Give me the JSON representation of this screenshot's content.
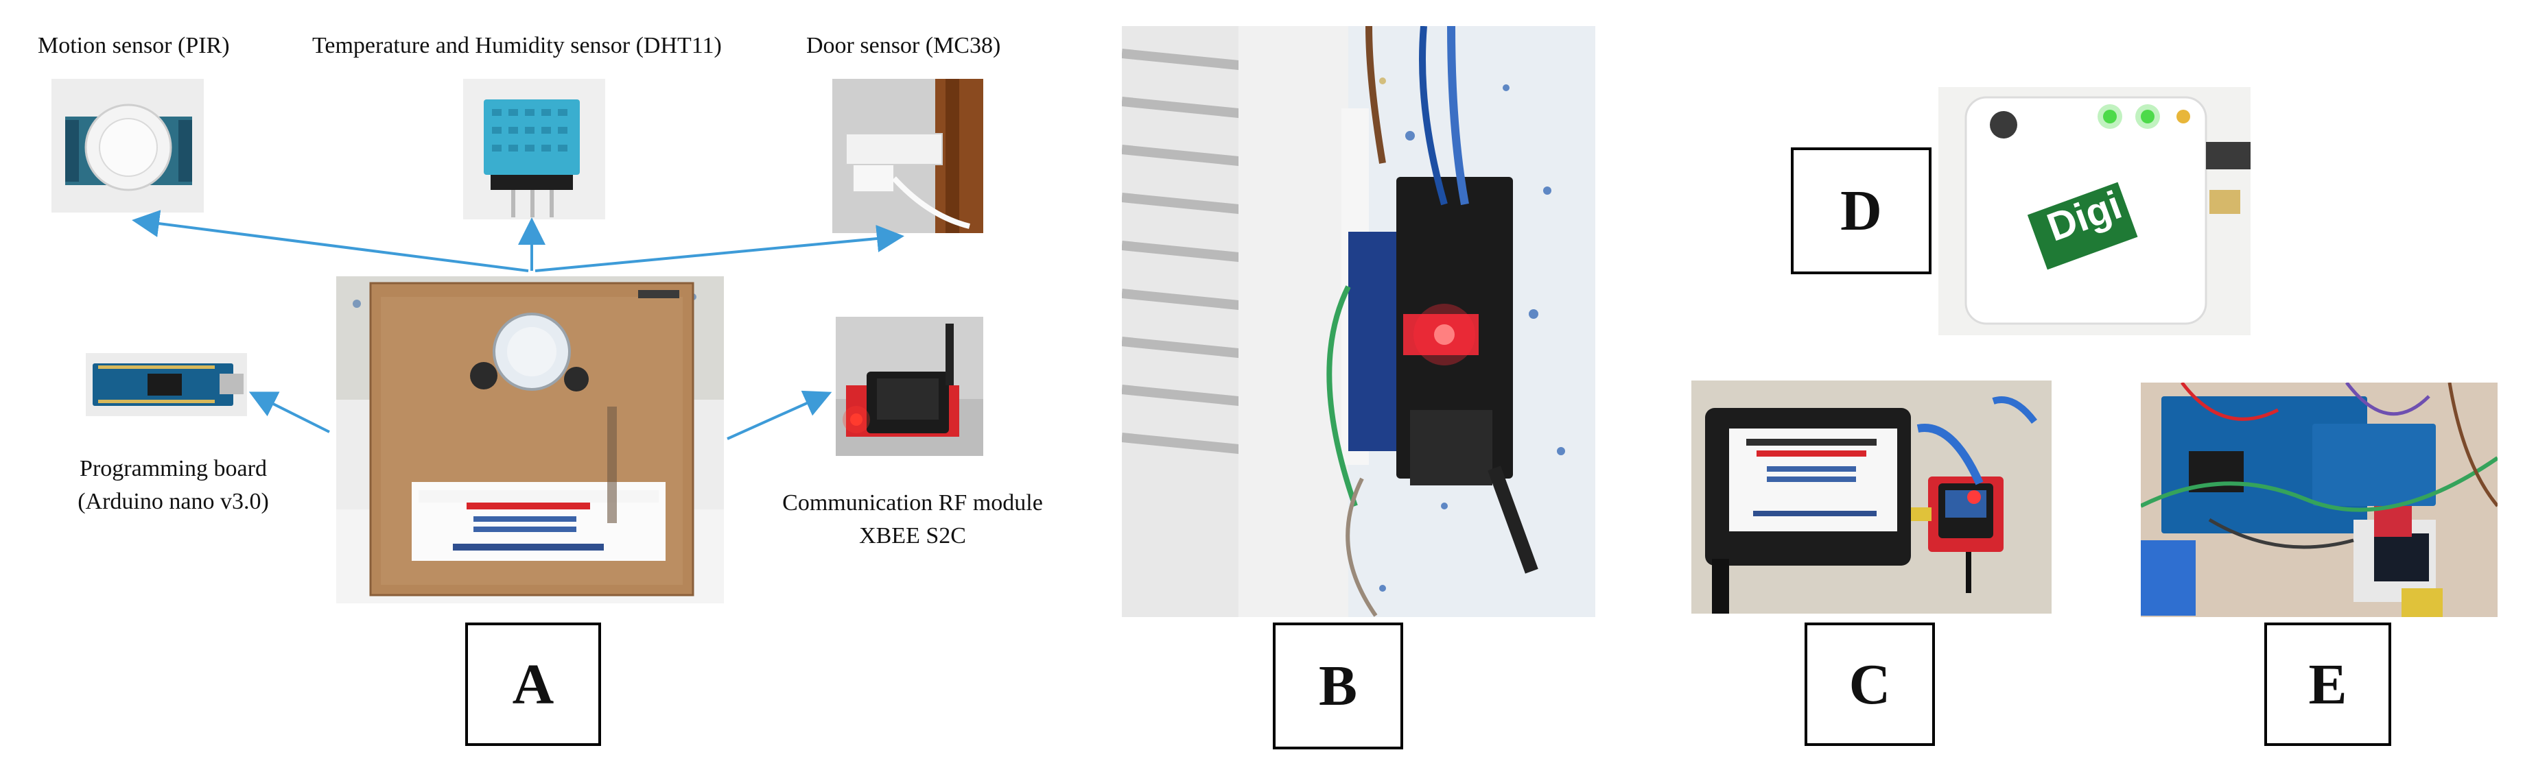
{
  "captions": {
    "motion_sensor": "Motion sensor (PIR)",
    "temp_humidity_sensor": "Temperature and Humidity sensor (DHT11)",
    "door_sensor": "Door sensor (MC38)",
    "programming_board_line1": "Programming board",
    "programming_board_line2": "(Arduino nano v3.0)",
    "rf_module_line1": "Communication RF module",
    "rf_module_line2": "XBEE S2C"
  },
  "panel_labels": {
    "a": "A",
    "b": "B",
    "c": "C",
    "d": "D",
    "e": "E"
  },
  "logo_text": "Digi"
}
